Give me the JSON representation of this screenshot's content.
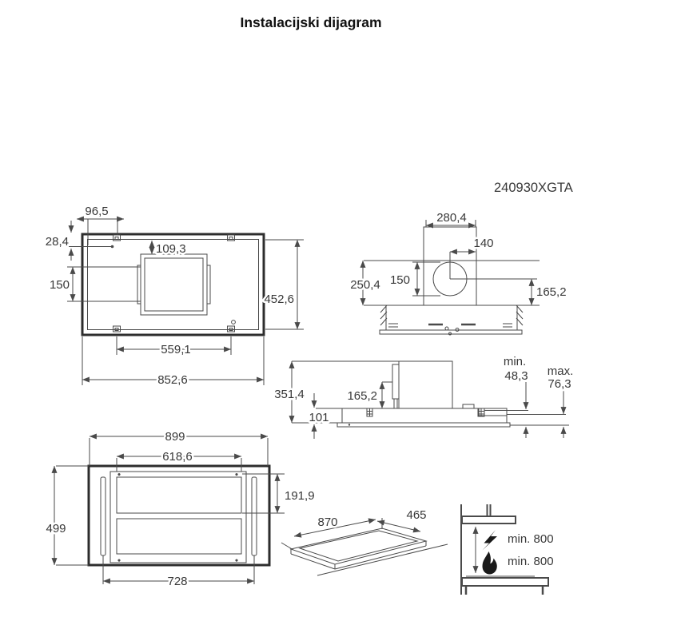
{
  "title": "Instalacijski dijagram",
  "model": "240930XGTA",
  "top_view": {
    "dim_offset_top": "96,5",
    "dim_hole_offset": "28,4",
    "dim_duct_width": "150",
    "dim_box_offset": "109,3",
    "dim_depth": "452,6",
    "dim_bracket_spacing": "559,1",
    "dim_total_width": "852,6"
  },
  "front_view": {
    "dim_box_width": "280,4",
    "dim_outlet_offset": "140",
    "dim_outlet_diameter": "150",
    "dim_upper_height": "250,4",
    "dim_lower_height": "165,2"
  },
  "side_view": {
    "dim_total_height": "351,4",
    "dim_box_height": "165,2",
    "dim_body_height": "101",
    "min_label": "min.",
    "min_value": "48,3",
    "max_label": "max.",
    "max_value": "76,3"
  },
  "bottom_view": {
    "dim_total_width": "899",
    "dim_inner_width": "618,6",
    "dim_depth": "499",
    "dim_filter_height": "191,9",
    "dim_rail_spacing": "728"
  },
  "cutout_view": {
    "dim_length": "870",
    "dim_width": "465"
  },
  "clearance_view": {
    "electric_min": "min. 800",
    "gas_min": "min. 800"
  }
}
